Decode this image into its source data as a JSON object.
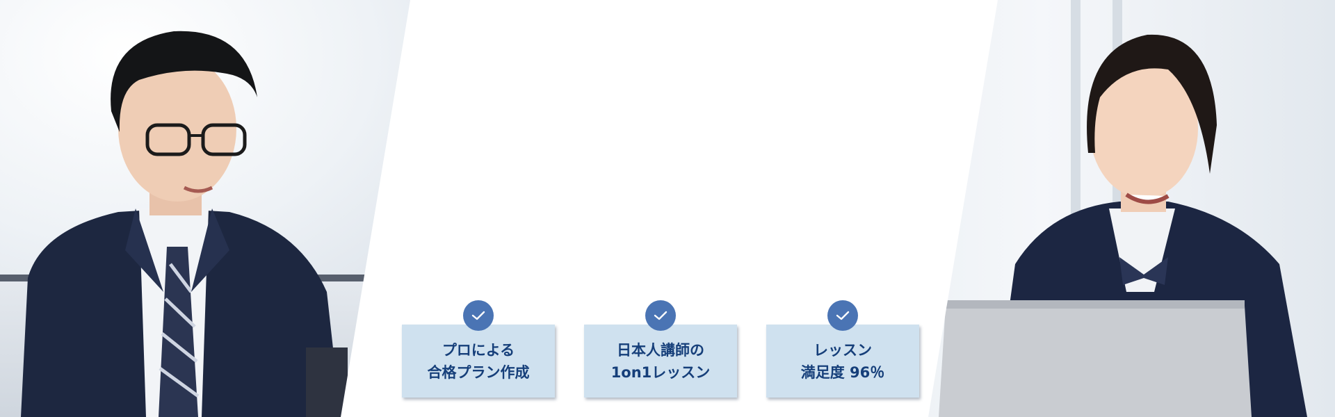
{
  "images": {
    "left_photo": "man-in-suit-using-laptop-photo",
    "right_photo": "student-in-blazer-using-laptop-photo"
  },
  "colors": {
    "card_bg": "#cfe1ef",
    "card_text": "#163f7a",
    "badge_bg": "#4a74b4"
  },
  "features": [
    {
      "icon": "check-icon",
      "text": "プロによる\n合格プラン作成"
    },
    {
      "icon": "check-icon",
      "text": "日本人講師の\n1on1レッスン"
    },
    {
      "icon": "check-icon",
      "text": "レッスン\n満足度 96％"
    }
  ]
}
